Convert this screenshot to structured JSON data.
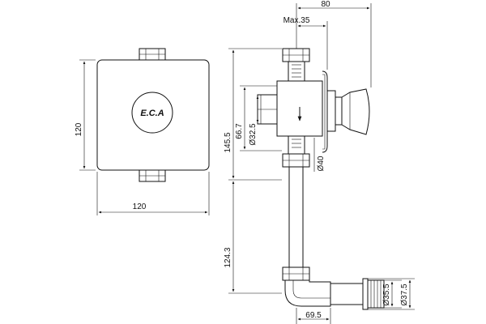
{
  "brand": {
    "logo_text": "E.C.A"
  },
  "front_view": {
    "width_label": "120",
    "height_label": "120"
  },
  "side_view": {
    "top_width_label": "80",
    "max_label": "Max.35",
    "total_height_label": "145.5",
    "mid_height_label": "66.7",
    "inner_diameter_label": "Ø32.5",
    "outer_diameter_label": "Ø40",
    "lower_pipe_label": "124.3",
    "bottom_width_label": "69.5",
    "outlet_small_diameter_label": "Ø35.5",
    "outlet_large_diameter_label": "Ø37.5"
  }
}
